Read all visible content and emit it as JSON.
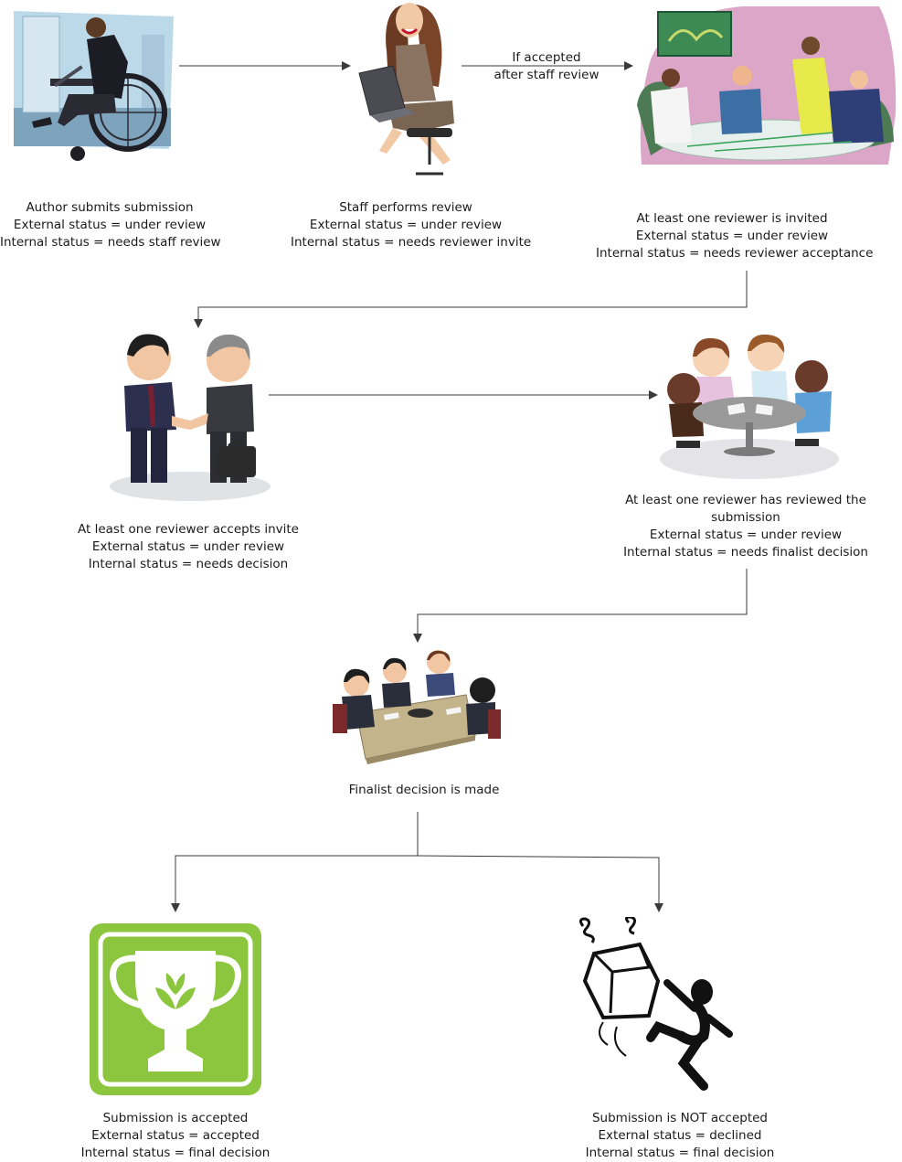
{
  "steps": {
    "author": {
      "title": "Author submits submission",
      "external": "External status = under review",
      "internal": "Internal status = needs staff review",
      "icon": "wheelchair-author-icon"
    },
    "staff": {
      "title": "Staff performs review",
      "external": "External status = under review",
      "internal": "Internal status = needs reviewer invite",
      "icon": "staff-laptop-icon"
    },
    "invited": {
      "title": "At least one reviewer is invited",
      "external": "External status = under review",
      "internal": "Internal status = needs reviewer acceptance",
      "icon": "meeting-group-icon"
    },
    "accepts": {
      "title": "At least one reviewer accepts invite",
      "external": "External status = under review",
      "internal": "Internal status = needs decision",
      "icon": "handshake-icon"
    },
    "reviewed": {
      "title_line1": "At least one reviewer has reviewed the",
      "title_line2": "submission",
      "external": "External status = under review",
      "internal": "Internal status = needs finalist decision",
      "icon": "round-table-icon"
    },
    "finalist": {
      "title": "Finalist decision is made",
      "icon": "conference-table-icon"
    },
    "accepted": {
      "title": "Submission is accepted",
      "external": "External status = accepted",
      "internal": "Internal status = final decision",
      "icon": "trophy-icon",
      "color": "#8cc63f"
    },
    "declined": {
      "title": "Submission is NOT accepted",
      "external": "External status = declined",
      "internal": "Internal status = final decision",
      "icon": "kicking-computer-icon"
    }
  },
  "edges": {
    "staff_to_invite_line1": "If accepted",
    "staff_to_invite_line2": "after staff review"
  }
}
